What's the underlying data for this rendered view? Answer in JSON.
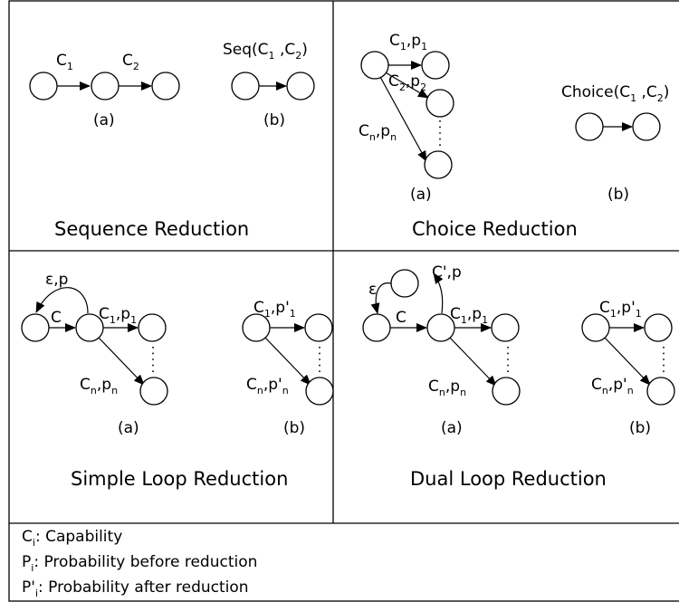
{
  "panels": {
    "sequence": {
      "edge1": {
        "main": "C",
        "sub": "1"
      },
      "edge2": {
        "main": "C",
        "sub": "2"
      },
      "result": {
        "pre": "Seq(C",
        "sub1": "1",
        "mid": " ,C",
        "sub2": "2",
        "post": ")"
      },
      "cap_a": "(a)",
      "cap_b": "(b)",
      "title": "Sequence Reduction"
    },
    "choice": {
      "edge1": {
        "c": "C",
        "cs": "1",
        "p": ",p",
        "ps": "1"
      },
      "edge2": {
        "c": "C",
        "cs": "2",
        "p": ",p",
        "ps": "2"
      },
      "edgen": {
        "c": "C",
        "cs": "n",
        "p": ",p",
        "ps": "n"
      },
      "result": {
        "pre": "Choice(C",
        "sub1": "1",
        "mid": " ,C",
        "sub2": "2",
        "post": ")"
      },
      "cap_a": "(a)",
      "cap_b": "(b)",
      "title": "Choice Reduction"
    },
    "simple_loop": {
      "loop_label": "ε,p",
      "entry_label": "C",
      "edge1": {
        "c": "C",
        "cs": "1",
        "p": ",p",
        "ps": "1"
      },
      "edgen": {
        "c": "C",
        "cs": "n",
        "p": ",p",
        "ps": "n"
      },
      "r_edge1": {
        "c": "C",
        "cs": "1",
        "p": ",p'",
        "ps": "1"
      },
      "r_edgen": {
        "c": "C",
        "cs": "n",
        "p": ",p'",
        "ps": "n"
      },
      "cap_a": "(a)",
      "cap_b": "(b)",
      "title": "Simple Loop Reduction"
    },
    "dual_loop": {
      "epsilon_label": "ε",
      "loop_label": "C',p",
      "entry_label": "C",
      "edge1": {
        "c": "C",
        "cs": "1",
        "p": ",p",
        "ps": "1"
      },
      "edgen": {
        "c": "C",
        "cs": "n",
        "p": ",p",
        "ps": "n"
      },
      "r_edge1": {
        "c": "C",
        "cs": "1",
        "p": ",p'",
        "ps": "1"
      },
      "r_edgen": {
        "c": "C",
        "cs": "n",
        "p": ",p'",
        "ps": "n"
      },
      "cap_a": "(a)",
      "cap_b": "(b)",
      "title": "Dual Loop Reduction"
    }
  },
  "legend": [
    {
      "sym": "C",
      "sub": "i",
      "text": ": Capability"
    },
    {
      "sym": "P",
      "sub": "i",
      "text": ": Probability before reduction"
    },
    {
      "sym": "P'",
      "sub": "i",
      "text": ": Probability after reduction"
    }
  ]
}
